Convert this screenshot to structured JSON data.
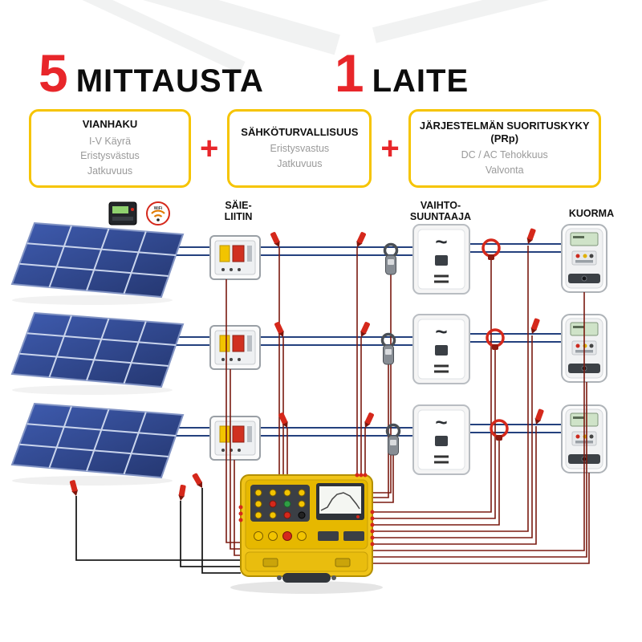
{
  "header": {
    "number_measurements": "5",
    "word_measurements": "MITTAUSTA",
    "number_device": "1",
    "word_device": "LAITE"
  },
  "features": {
    "plus": "+",
    "boxes": [
      {
        "title": "VIANHAKU",
        "items": [
          "I-V Käyrä",
          "Eristysvästus",
          "Jatkuvuus"
        ]
      },
      {
        "title": "SÄHKÖTURVALLISUUS",
        "items": [
          "Eristysvastus",
          "Jatkuvuus"
        ]
      },
      {
        "title": "JÄRJESTELMÄN SUORITUSKYKY (PRp)",
        "items": [
          "DC / AC Tehokkuus",
          "Valvonta"
        ]
      }
    ]
  },
  "diagram": {
    "labels": {
      "string_box_line1": "SÄIE-",
      "string_box_line2": "LIITIN",
      "inverter_line1": "VAIHTO-",
      "inverter_line2": "SUUNTAAJA",
      "load": "KUORMA"
    },
    "inverter_ac_symbol": "~",
    "wifi_label": "WiFi"
  },
  "colors": {
    "accent_red": "#e8262a",
    "box_border_yellow": "#f6c400",
    "wire_blue": "#24417e",
    "wire_dark": "#7a1a10",
    "instrument_yellow": "#f0c419"
  }
}
